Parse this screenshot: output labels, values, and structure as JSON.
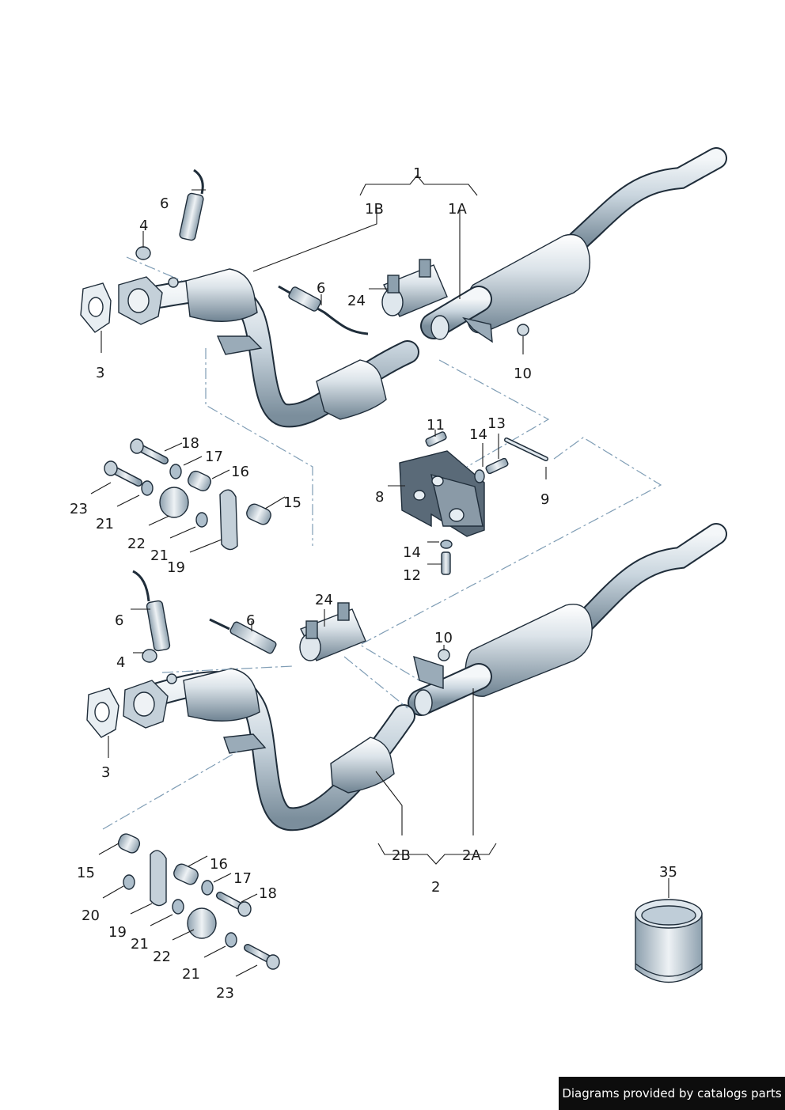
{
  "callouts": {
    "top": {
      "n1": "1",
      "n1B": "1B",
      "n1A": "1A",
      "n6a": "6",
      "n4": "4",
      "n6b": "6",
      "n24": "24",
      "n3": "3",
      "n10": "10"
    },
    "middle": {
      "n18": "18",
      "n17": "17",
      "n16": "16",
      "n23": "23",
      "n15": "15",
      "n21a": "21",
      "n22": "22",
      "n21b": "21",
      "n19": "19",
      "n11": "11",
      "n13": "13",
      "n14a": "14",
      "n8": "8",
      "n9": "9",
      "n14b": "14",
      "n12": "12"
    },
    "bottom": {
      "n6a": "6",
      "n24": "24",
      "n6b": "6",
      "n4": "4",
      "n10": "10",
      "n3": "3",
      "n2B": "2B",
      "n2A": "2A",
      "n2": "2",
      "n15": "15",
      "n16": "16",
      "n17": "17",
      "n18": "18",
      "n20": "20",
      "n19": "19",
      "n21a": "21",
      "n22": "22",
      "n21b": "21",
      "n23": "23",
      "n35": "35"
    }
  },
  "credit": "Diagrams provided by catalogs parts",
  "colors": {
    "metal_light": "#e6edf2",
    "metal_mid": "#aebfcc",
    "metal_dark": "#6d8191",
    "outline": "#1f2d3a",
    "bracket": "#5a6a78",
    "dashline": "#7f9db5"
  }
}
